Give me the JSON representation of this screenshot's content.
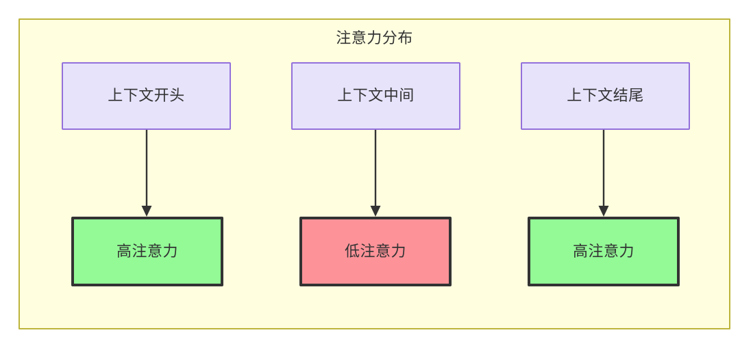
{
  "diagram": {
    "title": "注意力分布",
    "type": "flowchart",
    "container": {
      "fill": "#ffffe0",
      "border": "#bdb43c"
    },
    "nodes": [
      {
        "id": "ctx-start",
        "label": "上下文开头",
        "row": "top",
        "fill": "#e6e3fb",
        "border": "#9370db"
      },
      {
        "id": "ctx-middle",
        "label": "上下文中间",
        "row": "top",
        "fill": "#e6e3fb",
        "border": "#9370db"
      },
      {
        "id": "ctx-end",
        "label": "上下文结尾",
        "row": "top",
        "fill": "#e6e3fb",
        "border": "#9370db"
      },
      {
        "id": "attn-high-start",
        "label": "高注意力",
        "row": "bottom",
        "fill": "#93fa96",
        "border": "#333333"
      },
      {
        "id": "attn-low-middle",
        "label": "低注意力",
        "row": "bottom",
        "fill": "#fd9399",
        "border": "#333333"
      },
      {
        "id": "attn-high-end",
        "label": "高注意力",
        "row": "bottom",
        "fill": "#93fa96",
        "border": "#333333"
      }
    ],
    "edges": [
      {
        "from": "ctx-start",
        "to": "attn-high-start",
        "arrow": "down-arrow"
      },
      {
        "from": "ctx-middle",
        "to": "attn-low-middle",
        "arrow": "down-arrow"
      },
      {
        "from": "ctx-end",
        "to": "attn-high-end",
        "arrow": "down-arrow"
      }
    ]
  }
}
